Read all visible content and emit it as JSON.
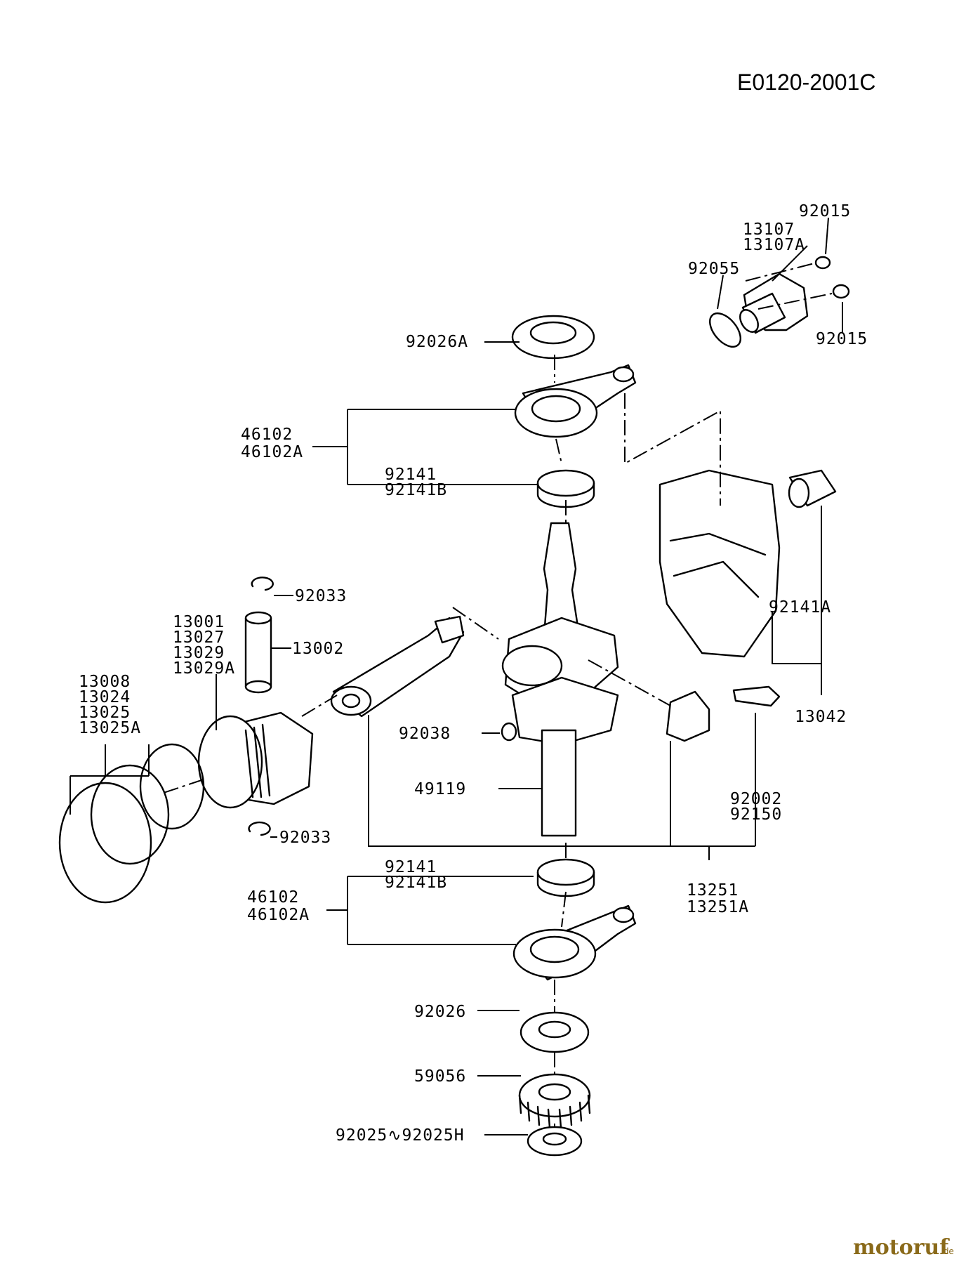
{
  "diagram_code": "E0120-2001C",
  "watermark": {
    "brand": "motoruf",
    "tld": ".de"
  },
  "labels": [
    "92015",
    "13107",
    "13107A",
    "92055",
    "92015",
    "92026A",
    "46102",
    "46102A",
    "92141",
    "92141B",
    "92033",
    "13001",
    "13027",
    "13029",
    "13029A",
    "13002",
    "13008",
    "13024",
    "13025",
    "13025A",
    "92141A",
    "13042",
    "92038",
    "49119",
    "92002",
    "92150",
    "92033",
    "92141",
    "92141B",
    "13251",
    "46102",
    "46102A",
    "13251A",
    "92026",
    "59056",
    "92025∿92025H"
  ]
}
